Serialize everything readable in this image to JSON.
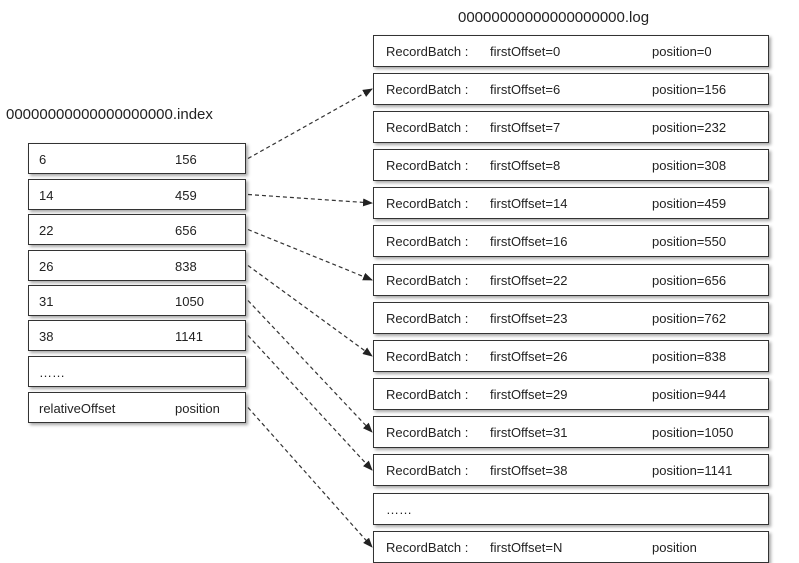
{
  "index": {
    "title": "00000000000000000000.index",
    "rows": [
      {
        "offset": "6",
        "position": "156"
      },
      {
        "offset": "14",
        "position": "459"
      },
      {
        "offset": "22",
        "position": "656"
      },
      {
        "offset": "26",
        "position": "838"
      },
      {
        "offset": "31",
        "position": "1050"
      },
      {
        "offset": "38",
        "position": "1141"
      },
      {
        "offset": "……",
        "position": ""
      },
      {
        "offset": "relativeOffset",
        "position": "position"
      }
    ]
  },
  "log": {
    "title": "00000000000000000000.log",
    "rows": [
      {
        "name": "RecordBatch :",
        "first": "firstOffset=0",
        "position": "position=0"
      },
      {
        "name": "RecordBatch :",
        "first": "firstOffset=6",
        "position": "position=156"
      },
      {
        "name": "RecordBatch :",
        "first": "firstOffset=7",
        "position": "position=232"
      },
      {
        "name": "RecordBatch :",
        "first": "firstOffset=8",
        "position": "position=308"
      },
      {
        "name": "RecordBatch :",
        "first": "firstOffset=14",
        "position": "position=459"
      },
      {
        "name": "RecordBatch :",
        "first": "firstOffset=16",
        "position": "position=550"
      },
      {
        "name": "RecordBatch :",
        "first": "firstOffset=22",
        "position": "position=656"
      },
      {
        "name": "RecordBatch :",
        "first": "firstOffset=23",
        "position": "position=762"
      },
      {
        "name": "RecordBatch :",
        "first": "firstOffset=26",
        "position": "position=838"
      },
      {
        "name": "RecordBatch :",
        "first": "firstOffset=29",
        "position": "position=944"
      },
      {
        "name": "RecordBatch :",
        "first": "firstOffset=31",
        "position": "position=1050"
      },
      {
        "name": "RecordBatch :",
        "first": "firstOffset=38",
        "position": "position=1141"
      },
      {
        "name": "……",
        "first": "",
        "position": ""
      },
      {
        "name": "RecordBatch :",
        "first": "firstOffset=N",
        "position": "position"
      }
    ]
  },
  "connections": [
    {
      "from": 0,
      "to": 1
    },
    {
      "from": 1,
      "to": 4
    },
    {
      "from": 2,
      "to": 6
    },
    {
      "from": 3,
      "to": 8
    },
    {
      "from": 4,
      "to": 10
    },
    {
      "from": 5,
      "to": 11
    },
    {
      "from": 7,
      "to": 13
    }
  ]
}
